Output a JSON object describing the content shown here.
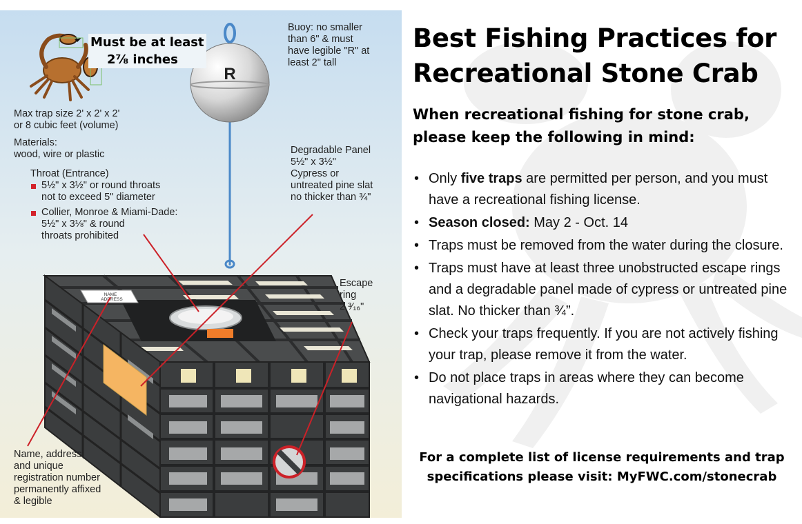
{
  "illustration": {
    "crab_size": {
      "line1": "Must be at least",
      "line2": "2⅞ inches"
    },
    "buoy_letter": "R",
    "buoy_note": "Buoy: no smaller\nthan 6\" & must\nhave legible \"R\" at\nleast 2\" tall",
    "max_trap_size": "Max trap size 2' x 2' x 2'\nor 8 cubic feet (volume)",
    "materials": "Materials:\nwood, wire or plastic",
    "throat_title": "Throat (Entrance)",
    "throat_rule_1": "5½\" x 3½\" or round throats\nnot to exceed 5\" diameter",
    "throat_rule_2": "Collier, Monroe & Miami-Dade:\n5½\" x 3⅛\" & round\nthroats prohibited",
    "degradable_panel": "Degradable Panel\n5½\" x 3½\"\nCypress or\nuntreated pine slat\nno thicker than ¾\"",
    "escape_ring": "Escape\nring\n2 ³⁄₁₆\"",
    "tag_line1": "NAME",
    "tag_line2": "ADDRESS",
    "name_address": "Name, address,\nand unique\nregistration number\npermanently affixed\n& legible"
  },
  "title_lines": [
    "Best Fishing Practices for",
    "Recreational Stone Crab"
  ],
  "subtitle_lines": [
    "When recreational fishing for stone crab,",
    "please keep the following in mind:"
  ],
  "practices": [
    {
      "pre": "Only ",
      "bold": "five traps",
      "post": " are permitted per person, and you must have a recreational fishing license."
    },
    {
      "pre": "",
      "bold": "Season closed:",
      "post": " May 2 - Oct. 14"
    },
    {
      "pre": "",
      "bold": "",
      "post": "Traps must be removed from the water during the closure."
    },
    {
      "pre": "",
      "bold": "",
      "post": "Traps must have at least three unobstructed escape rings and a degradable panel made of cypress or untreated pine slat. No thicker than ¾”."
    },
    {
      "pre": "",
      "bold": "",
      "post": "Check your traps frequently. If you are not actively fishing your trap, please remove it from the water."
    },
    {
      "pre": "",
      "bold": "",
      "post": "Do not place traps in areas where they can become navigational hazards."
    }
  ],
  "footer_lines": [
    "For a complete list of license requirements and trap",
    "specifications please visit: MyFWC.com/stonecrab"
  ],
  "colors": {
    "trap_dark": "#3b3d3e",
    "trap_mid": "#6a6c6d",
    "panel_orange": "#f5b562",
    "callout_red": "#cc2128",
    "buoy_gray": "#d9d9d9",
    "sky_blue": "#c6ddf0"
  }
}
